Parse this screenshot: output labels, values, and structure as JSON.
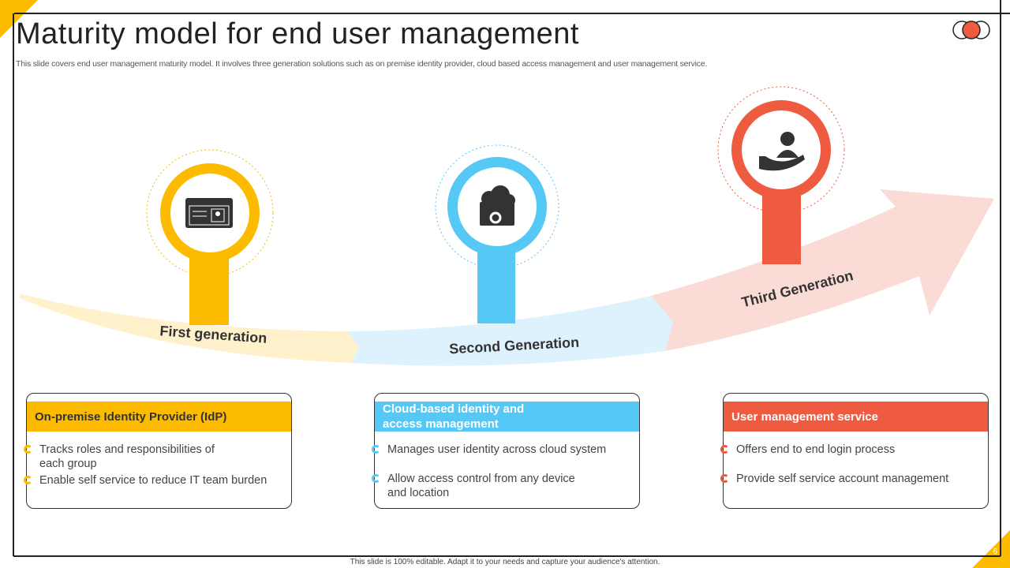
{
  "title": "Maturity model for end user management",
  "subtitle": "This slide covers end user management maturity model. It involves three generation solutions such as on premise identity provider, cloud based access management and user management service.",
  "footer": "This slide is 100% editable. Adapt it to your needs and capture your audience's attention.",
  "page_number": "6",
  "colors": {
    "yellow": "#FDBB00",
    "blue": "#56C8F5",
    "red": "#EF5B41"
  },
  "generations": [
    {
      "label": "First generation",
      "icon": "browser-user-icon"
    },
    {
      "label": "Second Generation",
      "icon": "cloud-settings-icon"
    },
    {
      "label": "Third Generation",
      "icon": "user-in-hand-icon"
    }
  ],
  "cards": [
    {
      "heading": "On-premise Identity Provider (IdP)",
      "bullets": [
        "Tracks roles and responsibilities of each group",
        "Enable self service to reduce IT team burden"
      ]
    },
    {
      "heading": "Cloud-based identity and access management",
      "bullets": [
        "Manages user identity across cloud system",
        "Allow access control from any device and location"
      ]
    },
    {
      "heading": "User management service",
      "bullets": [
        "Offers end to end login process",
        "Provide self service account management"
      ]
    }
  ]
}
